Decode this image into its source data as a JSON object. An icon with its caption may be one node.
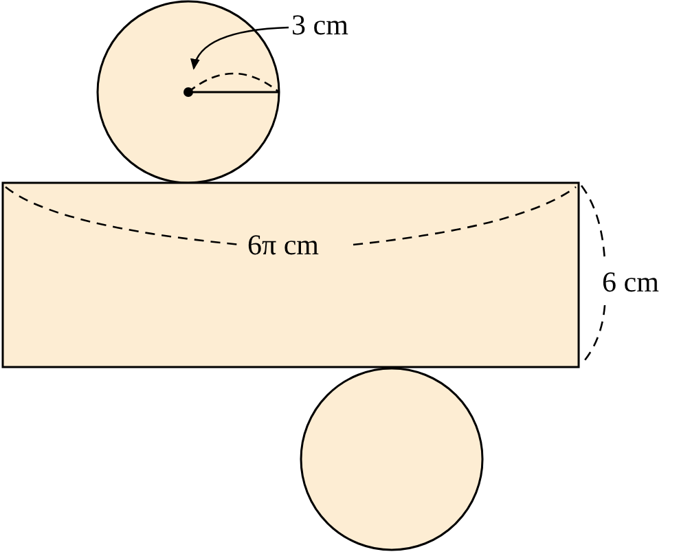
{
  "diagram": {
    "nodes": [
      {
        "text": [],
        "shape": "circle"
      },
      {
        "text": [],
        "shape": "box"
      },
      {
        "text": [],
        "shape": "circle"
      },
      {
        "text": [
          "3 cm"
        ]
      }
    ],
    "edges": [
      {
        "from": 3,
        "to": 0,
        "arrow": "to"
      }
    ],
    "labels": [
      "6π cm",
      "6 cm"
    ]
  }
}
